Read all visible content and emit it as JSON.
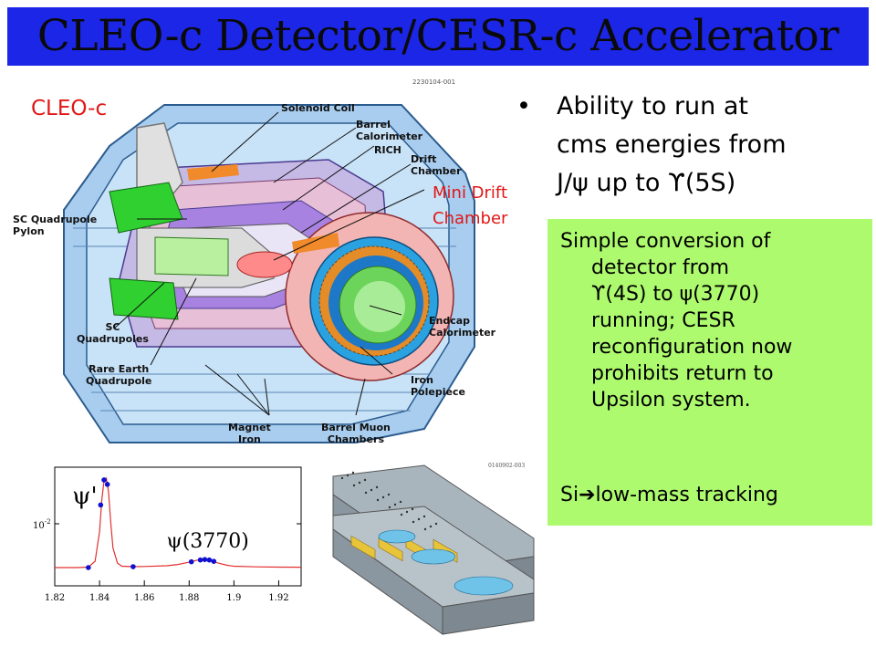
{
  "slide": {
    "title": "CLEO-c Detector/CESR-c Accelerator",
    "detector_label": "CLEO-c",
    "mini_drift_label_line1": "Mini Drift",
    "mini_drift_label_line2": "Chamber",
    "bullet": {
      "symbol": "•",
      "lines": [
        "Ability to run at",
        "cms energies from",
        "J/ψ up to ϒ(5S)"
      ]
    },
    "green_box": {
      "lines": [
        "Simple conversion of",
        "detector from",
        "ϒ(4S) to ψ(3770)",
        "running; CESR",
        "reconfiguration now",
        "prohibits return to",
        "Upsilon system.",
        "Si➔low-mass tracking"
      ]
    },
    "colors": {
      "title_bar": "#1c26e6",
      "label_red": "#e21616",
      "green_box": "#aefa6e"
    }
  },
  "detector_diagram": {
    "figure_id": "2230104-001",
    "labels": {
      "solenoid_coil": "Solenoid Coil",
      "barrel_calorimeter_1": "Barrel",
      "barrel_calorimeter_2": "Calorimeter",
      "rich": "RICH",
      "drift_chamber_1": "Drift",
      "drift_chamber_2": "Chamber",
      "sc_quad_pylon_1": "SC Quadrupole",
      "sc_quad_pylon_2": "Pylon",
      "sc_quads_1": "SC",
      "sc_quads_2": "Quadrupoles",
      "rare_earth_1": "Rare Earth",
      "rare_earth_2": "Quadrupole",
      "endcap_cal_1": "Endcap",
      "endcap_cal_2": "Calorimeter",
      "iron_pole_1": "Iron",
      "iron_pole_2": "Polepiece",
      "magnet_iron_1": "Magnet",
      "magnet_iron_2": "Iron",
      "barrel_muon_1": "Barrel Muon",
      "barrel_muon_2": "Chambers"
    }
  },
  "silicon_diagram": {
    "figure_id": "0140902-003"
  },
  "chart_data": {
    "type": "line",
    "title": "",
    "xlabel": "",
    "ylabel": "",
    "xlim": [
      1.82,
      1.93
    ],
    "x_ticks": [
      "1.82",
      "1.84",
      "1.86",
      "1.88",
      "1.9",
      "1.92"
    ],
    "x_tick_values": [
      1.82,
      1.84,
      1.86,
      1.88,
      1.9,
      1.92
    ],
    "y_tick_label": "10",
    "y_tick_exponent": "-2",
    "annotations": [
      {
        "text": "ψ'",
        "near_x": 1.84
      },
      {
        "text": "ψ(3770)",
        "near_x": 1.887
      }
    ],
    "curve": {
      "x": [
        1.82,
        1.83,
        1.835,
        1.838,
        1.84,
        1.841,
        1.842,
        1.843,
        1.844,
        1.845,
        1.846,
        1.848,
        1.85,
        1.855,
        1.86,
        1.87,
        1.875,
        1.88,
        1.884,
        1.886,
        1.888,
        1.89,
        1.893,
        1.897,
        1.9,
        1.91,
        1.92,
        1.93
      ],
      "y": [
        0.0,
        0.0,
        0.005,
        0.07,
        0.4,
        0.75,
        0.97,
        1.0,
        0.85,
        0.5,
        0.22,
        0.05,
        0.015,
        0.01,
        0.012,
        0.02,
        0.035,
        0.06,
        0.085,
        0.09,
        0.088,
        0.075,
        0.05,
        0.025,
        0.015,
        0.008,
        0.005,
        0.004
      ]
    },
    "points": [
      {
        "x": 1.835,
        "y": 0.0
      },
      {
        "x": 1.8405,
        "y": 0.7
      },
      {
        "x": 1.842,
        "y": 0.98
      },
      {
        "x": 1.8435,
        "y": 0.93
      },
      {
        "x": 1.855,
        "y": 0.01
      },
      {
        "x": 1.881,
        "y": 0.065
      },
      {
        "x": 1.885,
        "y": 0.085
      },
      {
        "x": 1.887,
        "y": 0.09
      },
      {
        "x": 1.889,
        "y": 0.085
      },
      {
        "x": 1.891,
        "y": 0.07
      }
    ],
    "colors": {
      "curve": "#e23030",
      "points": "#1010d0"
    }
  }
}
